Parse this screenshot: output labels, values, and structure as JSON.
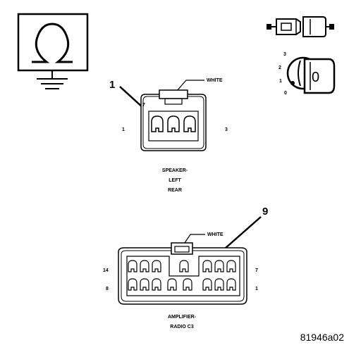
{
  "ground_symbol": {
    "label": "Ω"
  },
  "key_switch": {
    "positions": [
      "3",
      "2",
      "1",
      "0"
    ],
    "key_label": "0"
  },
  "speaker_connector": {
    "callout": "1",
    "tab_label": "WHITE",
    "pin_labels": {
      "top_left": "7",
      "left": "1",
      "right": "3"
    },
    "name_lines": [
      "SPEAKER-",
      "LEFT",
      "REAR"
    ]
  },
  "amplifier_connector": {
    "callout": "9",
    "tab_label": "WHITE",
    "pin_labels": {
      "top_left": "14",
      "bottom_left": "8",
      "top_right": "7",
      "bottom_right": "1"
    },
    "name_lines": [
      "AMPLIFIER-",
      "RADIO C3"
    ]
  },
  "figure_id": "81946a02"
}
